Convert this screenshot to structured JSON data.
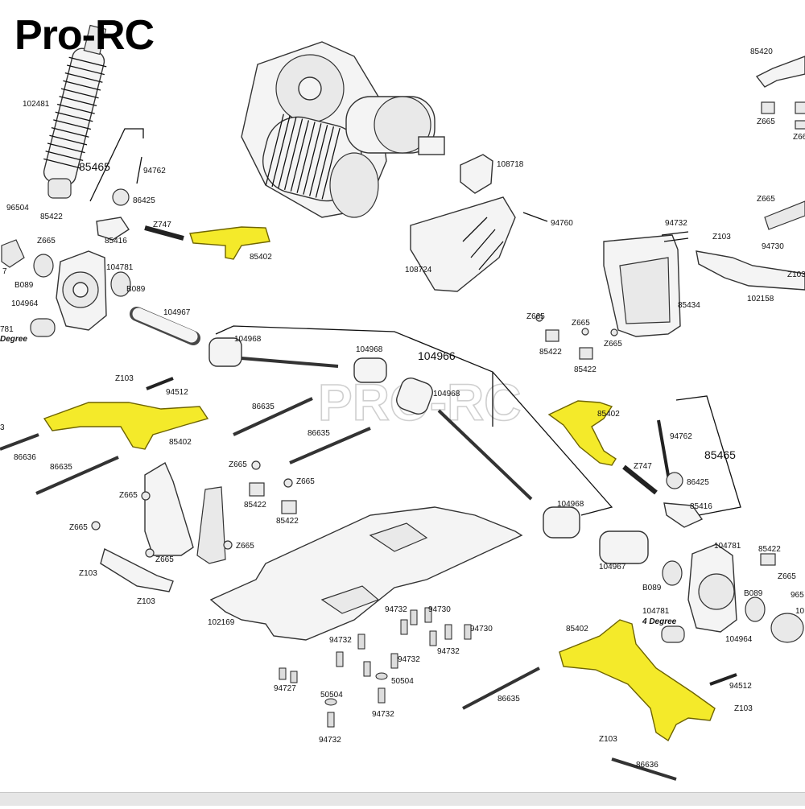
{
  "brand": {
    "text": "Pro-RC",
    "watermark": "PRO-RC"
  },
  "colors": {
    "highlight": "#f4ea2a",
    "outline": "#333333",
    "background": "#ffffff"
  },
  "labels": {
    "p102481": "102481",
    "p85465_l": "85465",
    "p94762_l": "94762",
    "p86425_l": "86425",
    "p96504": "96504",
    "p85422_a": "85422",
    "p85416_l": "85416",
    "pZ747_l": "Z747",
    "p85402_top": "85402",
    "pZ665_a": "Z665",
    "p104781_l": "104781",
    "pB089_a": "B089",
    "pB089_b": "B089",
    "p104964_l": "104964",
    "p781_l": "781",
    "degree_l": "Degree",
    "p104967_l": "104967",
    "p104968_a": "104968",
    "p104968_b": "104968",
    "p104968_c": "104968",
    "p104968_d": "104968",
    "p104966": "104966",
    "pZ103_a": "Z103",
    "p94512_l": "94512",
    "p85402_left": "85402",
    "p86635_a": "86635",
    "p86635_b": "86635",
    "p86635_c": "86635",
    "p86636_l": "86636",
    "p108718": "108718",
    "p94760": "94760",
    "p108724": "108724",
    "p85420": "85420",
    "pZ665_b": "Z665",
    "pZ665_c": "Z66",
    "pZ665_d": "Z665",
    "p94732_r": "94732",
    "pZ103_b": "Z103",
    "p94730_r": "94730",
    "pZ103_c": "Z103",
    "p85434": "85434",
    "p102158": "102158",
    "pZ665_e": "Z665",
    "pZ665_f": "Z665",
    "pZ665_g": "Z665",
    "p85422_b": "85422",
    "p85422_c": "85422",
    "p85402_mid": "85402",
    "p94762_r": "94762",
    "p85465_r": "85465",
    "pZ747_r": "Z747",
    "p86425_r": "86425",
    "p85416_r": "85416",
    "pZ665_h": "Z665",
    "pZ665_i": "Z665",
    "pZ665_j": "Z665",
    "pZ665_k": "Z665",
    "pZ665_l": "Z665",
    "pZ665_m": "Z665",
    "p85422_d": "85422",
    "p85422_e": "85422",
    "pZ103_d": "Z103",
    "pZ103_e": "Z103",
    "p102169": "102169",
    "p104967_r": "104967",
    "pB089_c": "B089",
    "pB089_d": "B089",
    "p104781_r": "104781",
    "p104781_r2": "104781",
    "degree4": "4 Degree",
    "p85422_f": "85422",
    "pZ665_n": "Z665",
    "p965": "965",
    "p10": "10",
    "p104964_r": "104964",
    "p85402_bot": "85402",
    "p94512_r": "94512",
    "pZ103_f": "Z103",
    "pZ103_g": "Z103",
    "p86636_r": "86636",
    "p86635_d": "86635",
    "p94732_a": "94732",
    "p94730_a": "94730",
    "p94730_b": "94730",
    "p94732_b": "94732",
    "p94732_c": "94732",
    "p94732_d": "94732",
    "p94732_e": "94732",
    "p94732_f": "94732",
    "p94727": "94727",
    "p50504_a": "50504",
    "p50504_b": "50504",
    "p3": "3",
    "p7": "7"
  }
}
